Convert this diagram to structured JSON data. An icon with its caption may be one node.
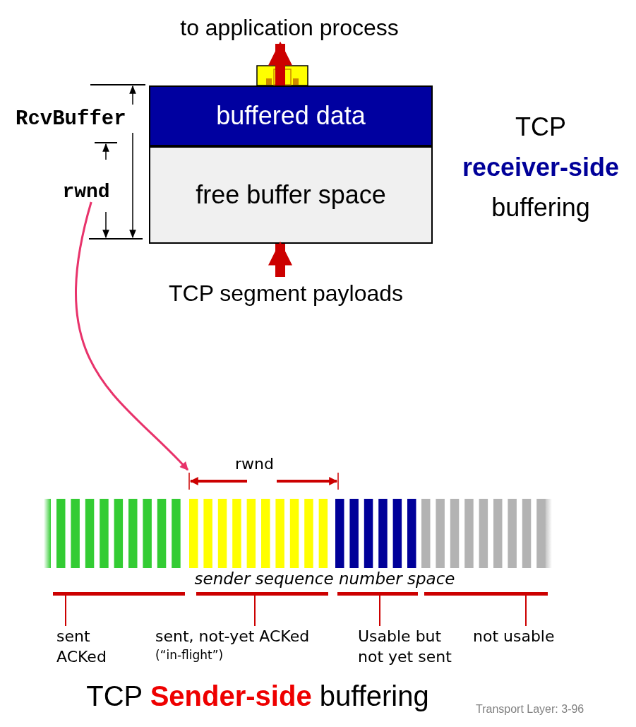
{
  "diagram": {
    "nodes": [
      {
        "text": [
          "to application process"
        ]
      },
      {
        "text": [
          "buffered data"
        ]
      },
      {
        "text": [
          "free buffer space"
        ]
      },
      {
        "text": [
          "rwnd"
        ]
      },
      {
        "text": [
          "TCP segment payloads"
        ]
      },
      {
        "text": [
          "rwnd"
        ]
      },
      {
        "text": [],
        "shape": "bar"
      },
      {
        "text": [],
        "shape": "bar"
      },
      {
        "text": [],
        "shape": "bar"
      },
      {
        "text": [],
        "shape": "bar"
      },
      {
        "text": [
          "sent ACKed"
        ]
      },
      {
        "text": [
          "sent, not-yet ACKed",
          "(“in-flight”)"
        ]
      },
      {
        "text": [
          "Usable but not yet sent"
        ]
      },
      {
        "text": [
          "not usable"
        ]
      }
    ],
    "edges": [
      {
        "from": 1,
        "to": 0,
        "arrow": "to",
        "style": "thick"
      },
      {
        "from": 4,
        "to": 2,
        "arrow": "to",
        "style": "thick"
      },
      {
        "from": 3,
        "to": 5,
        "arrow": "to",
        "color": "#e8336b"
      },
      {
        "from": 10,
        "to": 6,
        "arrow": "none"
      },
      {
        "from": 11,
        "to": 7,
        "arrow": "none"
      },
      {
        "from": 12,
        "to": 8,
        "arrow": "none"
      },
      {
        "from": 13,
        "to": 9,
        "arrow": "none"
      }
    ],
    "labels": [
      "RcvBuffer",
      "TCP **receiver-side** buffering",
      "sender sequence number space",
      "TCP **Sender-side** buffering",
      "Transport Layer: 3-96"
    ]
  }
}
